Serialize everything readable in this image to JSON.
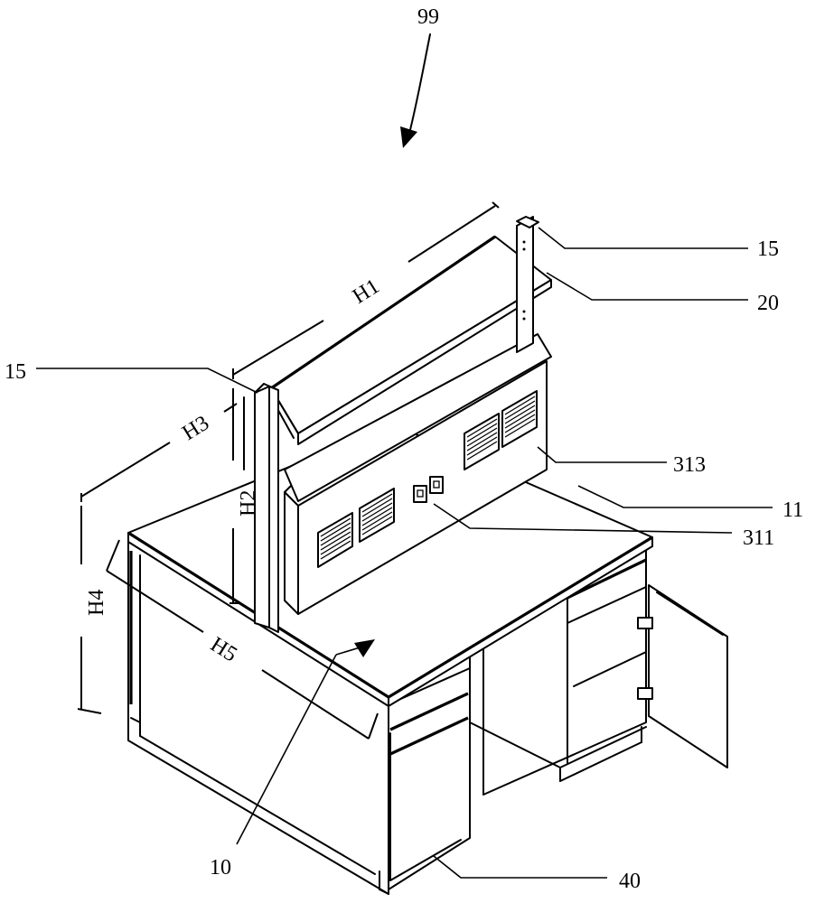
{
  "figure_ref": "99",
  "callouts": {
    "c15_top": "15",
    "c20": "20",
    "c15_left": "15",
    "c313": "313",
    "c11": "11",
    "c311": "311",
    "c10": "10",
    "c40": "40"
  },
  "dimensions": {
    "h1": "H1",
    "h2": "H2",
    "h3": "H3",
    "h4": "H4",
    "h5": "H5"
  }
}
